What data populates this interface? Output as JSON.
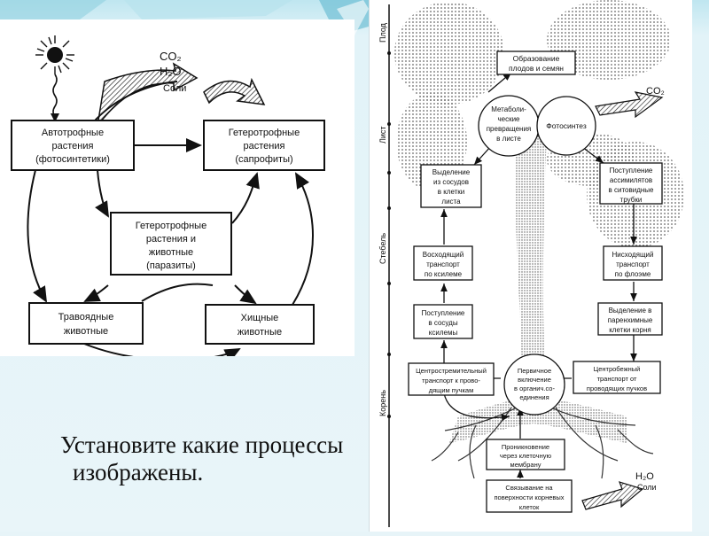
{
  "left_diagram": {
    "co2": "CO₂",
    "h2o": "H₂O",
    "salts": "Соли",
    "autotrophs": [
      "Автотрофные",
      "растения",
      "(фотосинтетики)"
    ],
    "heterotrophs_saprophytes": [
      "Гетеротрофные",
      "растения",
      "(сапрофиты)"
    ],
    "heterotrophs_parasites": [
      "Гетеротрофные",
      "растения и",
      "животные",
      "(паразиты)"
    ],
    "herbivores": [
      "Травоядные",
      "животные"
    ],
    "predators": [
      "Хищные",
      "животные"
    ]
  },
  "right_diagram": {
    "axis_labels": {
      "fruit": "Плод",
      "leaf": "Лист",
      "stem": "Стебель",
      "root": "Корень"
    },
    "co2": "CO₂",
    "h2o": "H₂O",
    "salts": "Соли",
    "fruit_formation": [
      "Образование",
      "плодов и семян"
    ],
    "metabolic": [
      "Метаболи-",
      "ческие",
      "превращения",
      "в листе"
    ],
    "photosynthesis": "Фотосинтез",
    "release_from_vessels": [
      "Выделение",
      "из сосудов",
      "в клетки",
      "листа"
    ],
    "assimilate_entry": [
      "Поступление",
      "ассимилятов",
      "в ситовидные",
      "трубки"
    ],
    "ascending": [
      "Восходящий",
      "транспорт",
      "по ксилеме"
    ],
    "descending": [
      "Нисходящий",
      "транспорт",
      "по флоэме"
    ],
    "xylem_entry": [
      "Поступление",
      "в сосуды",
      "ксилемы"
    ],
    "root_release": [
      "Выделение в",
      "паренхимные",
      "клетки корня"
    ],
    "centripetal": [
      "Центростремительный",
      "транспорт к прово-",
      "дящим пучкам"
    ],
    "primary": [
      "Первичное",
      "включение",
      "в органич.со-",
      "единения"
    ],
    "centrifugal": [
      "Центробежный",
      "транспорт от",
      "проводящих пучков"
    ],
    "penetration": [
      "Проникновение",
      "через клеточную",
      "мембрану"
    ],
    "binding": [
      "Связывание на",
      "поверхности корневых",
      "клеток"
    ]
  },
  "caption": [
    "Установите какие процессы",
    "изображены."
  ]
}
